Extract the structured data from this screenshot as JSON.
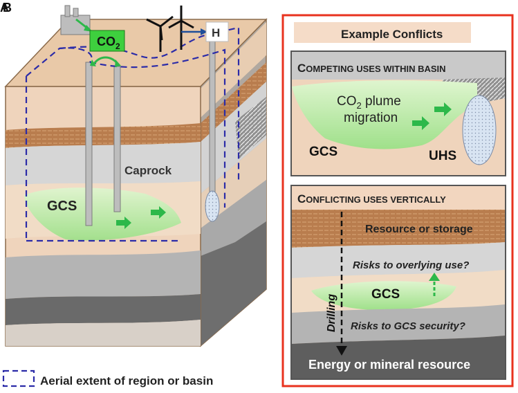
{
  "panel_letters": {
    "a": "A",
    "b": "B"
  },
  "block": {
    "co2_label": {
      "main": "CO",
      "sub": "2"
    },
    "h2_label": "H",
    "caprock_label": "Caprock",
    "gcs_label": "GCS"
  },
  "legend": {
    "text": "Aerial extent of region or basin"
  },
  "conflicts": {
    "title": "Example Conflicts",
    "competing": {
      "heading_first": "C",
      "heading_rest": "OMPETING USES WITHIN BASIN",
      "plume_line1_main": "CO",
      "plume_line1_sub": "2",
      "plume_line1_rest": " plume",
      "plume_line2": "migration",
      "gcs_label": "GCS",
      "uhs_label": "UHS"
    },
    "vertical": {
      "heading_first": "C",
      "heading_rest": "ONFLICTING USES VERTICALLY",
      "resource_label": "Resource or storage",
      "risk_overlying": "Risks to overlying use?",
      "gcs_label": "GCS",
      "drilling_label": "Drilling",
      "risk_security": "Risks to GCS security?",
      "energy_label": "Energy or mineral resource"
    }
  },
  "colors": {
    "frame_red": "#e8321e",
    "dash_blue": "#2b2ba8",
    "gcs_green": "#b8e6a0",
    "arrow_green": "#2db84a",
    "co2_box": "#3ecf3e",
    "sand": "#f2d6bf",
    "gray_light": "#cfcfcf",
    "gray_mid": "#9a9a9a",
    "gray_dark": "#5a5a5a",
    "brown_layer": "#b57a4a"
  }
}
